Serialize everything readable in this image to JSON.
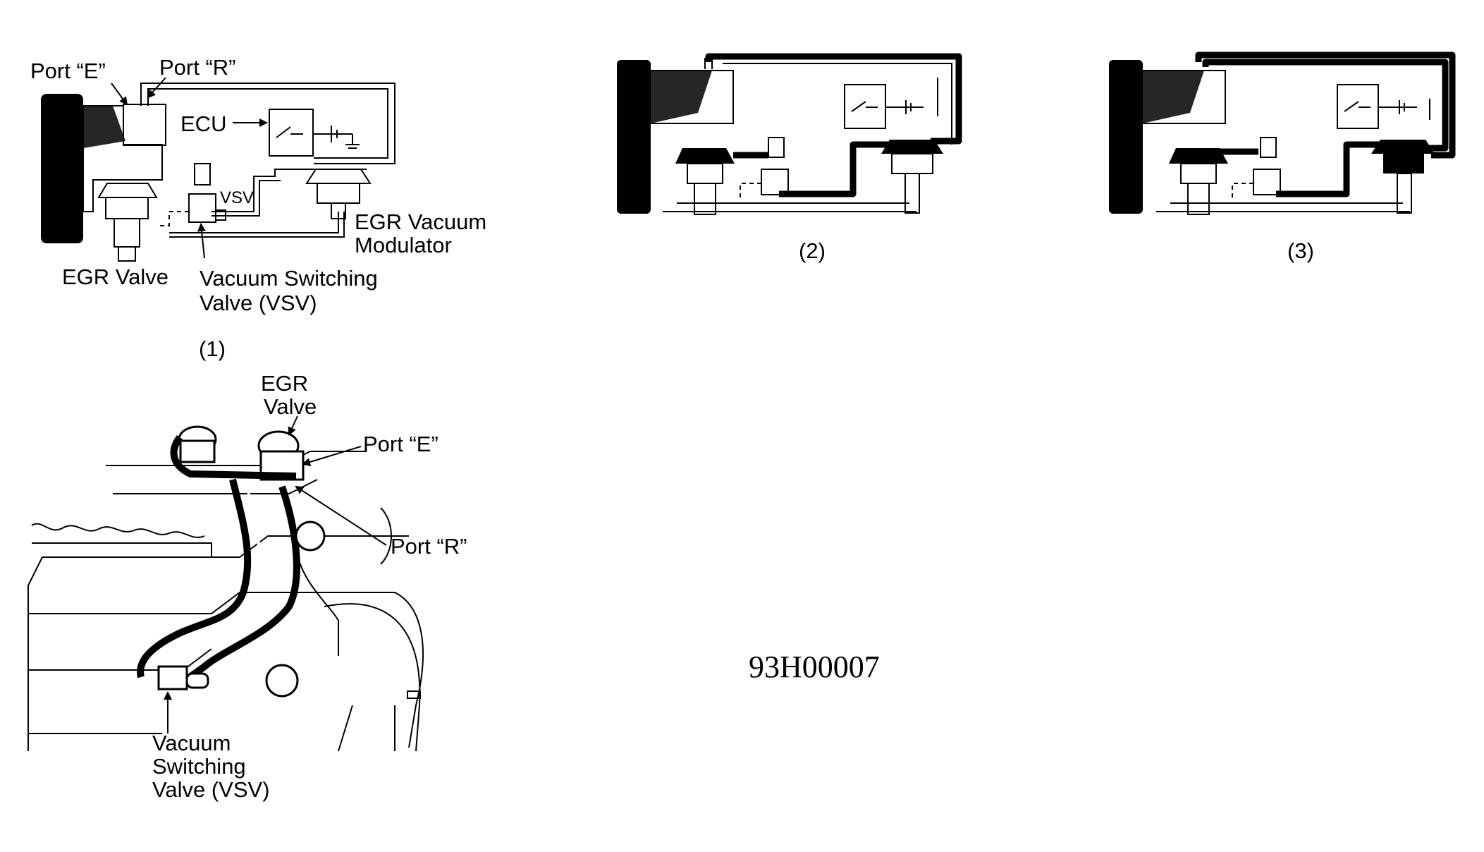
{
  "diagram1": {
    "port_e": "Port “E”",
    "port_r": "Port “R”",
    "ecu": "ECU",
    "vsv": "VSV",
    "egr_vacuum_modulator_line1": "EGR Vacuum",
    "egr_vacuum_modulator_line2": "Modulator",
    "egr_valve": "EGR Valve",
    "vacuum_switching_valve_line1": "Vacuum Switching",
    "vacuum_switching_valve_line2": "Valve (VSV)",
    "caption": "(1)"
  },
  "diagram2": {
    "caption": "(2)"
  },
  "diagram3": {
    "caption": "(3)"
  },
  "engine_view": {
    "egr_valve_line1": "EGR",
    "egr_valve_line2": "Valve",
    "port_e": "Port “E”",
    "port_r": "Port “R”",
    "vsv_line1": "Vacuum",
    "vsv_line2": "Switching",
    "vsv_line3": "Valve (VSV)"
  },
  "figure_code": "93H00007"
}
